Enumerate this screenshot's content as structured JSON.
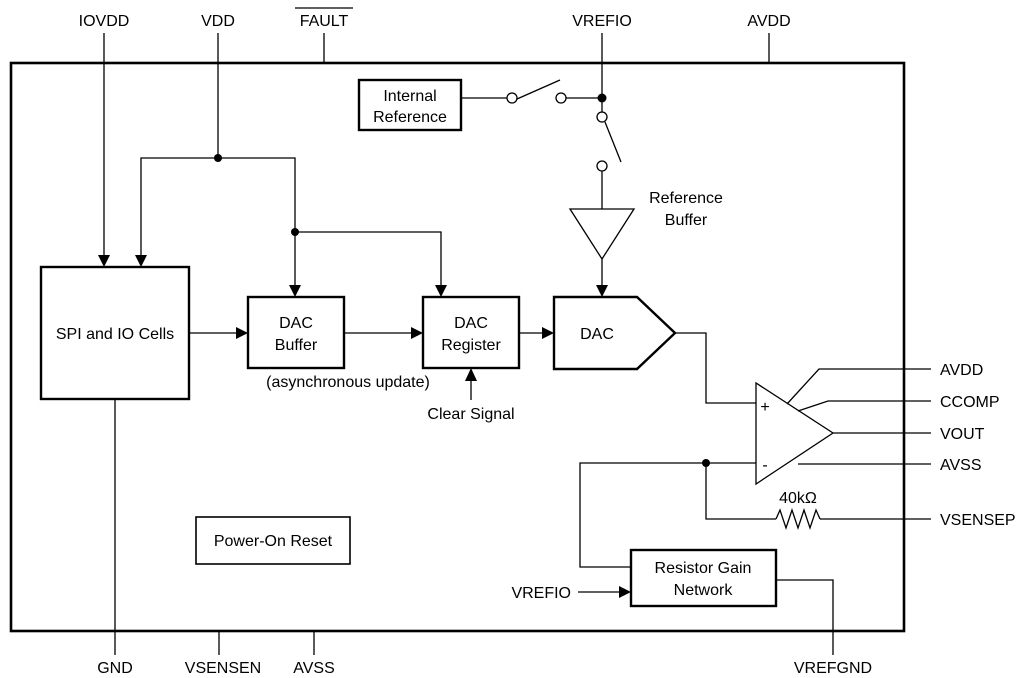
{
  "pins": {
    "iovdd": "IOVDD",
    "vdd": "VDD",
    "fault": "FAULT",
    "vrefio_top": "VREFIO",
    "avdd_top": "AVDD",
    "gnd": "GND",
    "vsensen": "VSENSEN",
    "avss_bottom": "AVSS",
    "vrefgnd": "VREFGND",
    "avdd_right": "AVDD",
    "ccomp": "CCOMP",
    "vout": "VOUT",
    "avss_right": "AVSS",
    "vsensep": "VSENSEP",
    "vrefio_left": "VREFIO"
  },
  "blocks": {
    "internal_reference": [
      "Internal",
      "Reference"
    ],
    "reference_buffer": [
      "Reference",
      "Buffer"
    ],
    "spi_io": "SPI and IO Cells",
    "dac_buffer": [
      "DAC",
      "Buffer"
    ],
    "dac_register": [
      "DAC",
      "Register"
    ],
    "dac": "DAC",
    "power_on_reset": "Power-On Reset",
    "resistor_gain": [
      "Resistor Gain",
      "Network"
    ]
  },
  "labels": {
    "async_update": "(asynchronous update)",
    "clear_signal": "Clear Signal",
    "resistor_value": "40kΩ",
    "opamp_plus": "+",
    "opamp_minus": "-"
  }
}
